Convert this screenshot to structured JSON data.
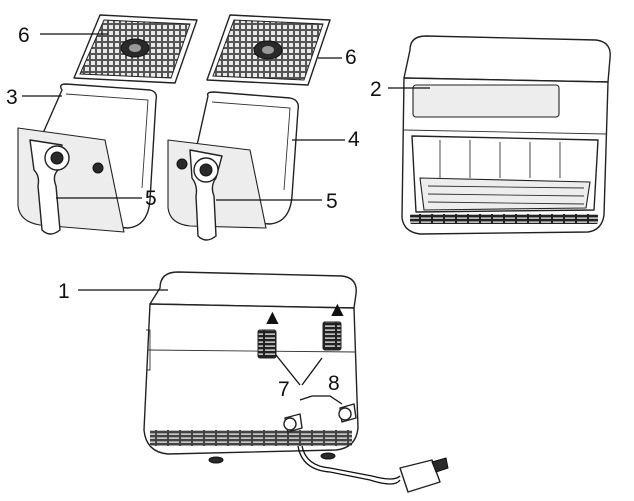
{
  "callouts": {
    "c1": "1",
    "c2": "2",
    "c3": "3",
    "c4": "4",
    "c5a": "5",
    "c5b": "5",
    "c6a": "6",
    "c6b": "6",
    "c7": "7",
    "c8": "8"
  },
  "icons": {
    "vent_arrow": "▲"
  }
}
